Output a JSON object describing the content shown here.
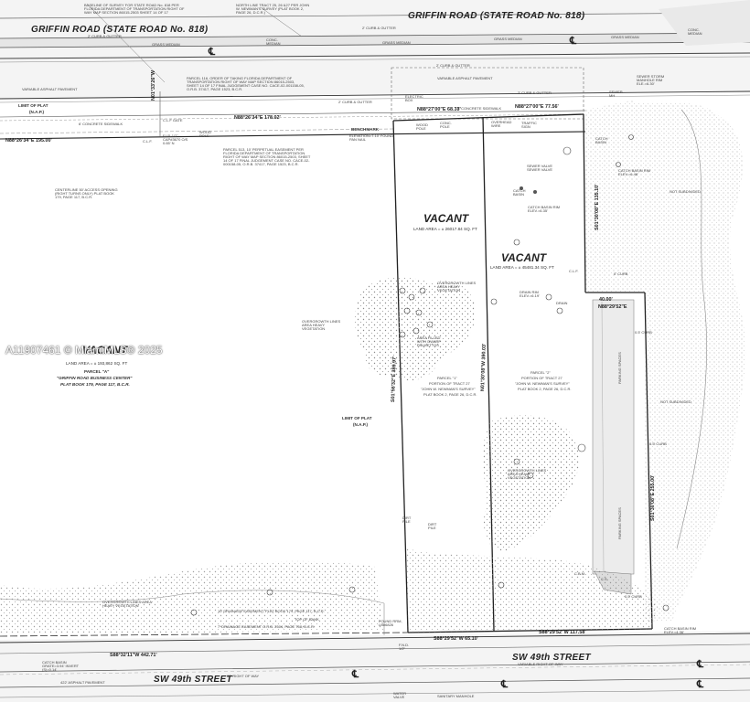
{
  "watermark": "A11907461 © MiamiMLS® 2025",
  "roads": {
    "griffin_left": "GRIFFIN ROAD (STATE ROAD No. 818)",
    "griffin_right": "GRIFFIN ROAD (STATE ROAD No. 818)",
    "sw49_right": "SW 49th STREET",
    "sw49_left": "SW 49th STREET"
  },
  "parcels": {
    "parcel_a_vacant": "VACANT",
    "parcel_a_area": "LAND AREA = ± 193,862 SQ. FT",
    "parcel_a_name": "PARCEL \"A\"",
    "parcel_a_center": "\"GRIFFIN ROAD BUSINESS CENTER\"",
    "parcel_a_plat": "PLAT BOOK 179, PAGE 117, B.C.R.",
    "parcel1_vacant": "VACANT",
    "parcel1_area": "LAND AREA = ± 26017.84 SQ. FT",
    "parcel1_name": "PARCEL \"1\"",
    "parcel1_tract": "PORTION OF TRACT 27",
    "parcel1_survey": "\"JOHN W. NEWMAN'S SURVEY\"",
    "parcel1_plat": "PLAT BOOK 2, PAGE 26, D.C.R.",
    "parcel2_vacant": "VACANT",
    "parcel2_area": "LAND AREA = ± 45481.34 SQ. FT",
    "parcel2_name": "PARCEL \"2\"",
    "parcel2_tract": "PORTION OF TRACT 27",
    "parcel2_survey": "\"JOHN W. NEWMAN'S SURVEY\"",
    "parcel2_plat": "PLAT BOOK 2, PAGE 26, D.C.R."
  },
  "bearings": {
    "b1": "N88°26'34\"E 195.00'",
    "b2": "N88°26'34\"E 178.02'",
    "b3": "N88°27'00\"E 68.33'",
    "b4": "N88°27'00\"E 77.56'",
    "b5": "N01°33'26\"W",
    "b6": "S01°30'08\"E 135.10'",
    "b7": "40.00'",
    "b8": "N88°29'52\"E",
    "b9": "S01°30'08\"E 255.00'",
    "b10": "S01°56'32\"E 389.97'",
    "b11": "N01°30'08\"W 390.03'",
    "b12": "S88°29'52\"W 65.10'",
    "b13": "S88°29'52\"W 117.58'",
    "b14": "S88°32'11\"W 442.71'"
  },
  "labels": {
    "baseline_note": "BASELINE OF SURVEY FOR STATE ROAD No. 818 PER FLORIDA DEPARTMENT OF TRANSPORTATION RIGHT OF WAY MAP SECTION 86015-2503 SHEET 14 OF 17",
    "north_line": "NORTH LINE TRACT 25, 26 &27 PER JOHN W. NEWMAN'S SURVEY (PLAT BOOK 2, PAGE 26, D.C.R.)",
    "curb_gutter1": "2' CURB & GUTTER",
    "curb_gutter2": "2' CURB & GUTTER",
    "curb_gutter3": "2' CURB & GUTTER",
    "curb_gutter4": "2' CURB & GUTTER",
    "curb_gutter5": "2' CURB & GUTTER",
    "grass_median1": "GRASS MEDIAN",
    "grass_median2": "GRASS MEDIAN",
    "grass_median3": "GRASS MEDIAN",
    "grass_median4": "GRASS MEDIAN",
    "conc_median1": "CONC. MEDIAN",
    "conc_median2": "CONC. MEDIAN",
    "var_asphalt1": "VARIABLE ASPHALT PAVEMENT",
    "var_asphalt2": "VARIABLE ASPHALT PAVEMENT",
    "parcel116": "PARCEL 116, ORDER OF TAKING FLORIDA DEPARTMENT OF TRANSPORTATION RIGHT OF WAY MAP SECTION 86015-2503, SHEET 14 OF 17 FINAL JUDGEMENT CASE NO. CACE-02-001158-05, O.R.B. 37417, PAGE 1523, B.C.R.",
    "limit_plat1": "LIMIT OF PLAT",
    "limit_plat1b": "(N.A.P.)",
    "limit_plat2": "LIMIT OF PLAT",
    "limit_plat2b": "(N.A.P.)",
    "sidewalk1": "6' CONCRETE SIDEWALK",
    "sidewalk2": "6' CONCRETE SIDEWALK",
    "electric_box": "ELECTRIC BOX",
    "sewer_mh": "SEWER MH",
    "sewer_storm": "SEWER STORM MANHOLE RIM ELE.=6.30'",
    "clf_gate": "C.L.F GATE",
    "benchmark": "BENCHMARK",
    "benchmark_elev": "ELEVATION=7.10' FOUND PAN NAIL",
    "fip": "F.I.P. 1/2\" CAP#3670 O/S 0.65' N",
    "parcel513": "PARCEL 513, 10' PERPETUAL EASEMENT PER FLORIDA DEPARTMENT OF TRANSPORTATION RIGHT OF WAY MAP SECTION 86015-2503, SHEET 14 OF 17 FINAL JUDGEMENT CASE NO. CACE-02-000158-05, O.R.B. 37417, PAGE 1523, B.C.R.",
    "centerline": "CENTERLINE 50' ACCESS OPENING (RIGHT TURNS ONLY) PLAT BOOK 179, PAGE 117, B.C.R.",
    "wood_pole1": "WOOD POLE",
    "wood_pole2": "WOOD POLE",
    "conc_pole": "CONC. POLE",
    "overhead_wire": "OVERHEAD WIRE",
    "traffic_sign": "TRAFFIC SIGN",
    "catch_basin1": "CATCH BASIN",
    "catch_basin2": "CATCH BASIN RIM ELEV.=6.46'",
    "catch_basin3": "CATCH BASIN RIM ELEV.=6.35'",
    "catch_basin4": "CATCH BASIN",
    "catch_basin5": "CATCH BASIN RIM ELEV.=4.36'",
    "catch_basin6": "CATCH BASIN GRATE=3.94' INVERT (S)=0.14'",
    "sewer_valve": "SEWER VALVE SEWER VALVE",
    "not_subdivided1": "NOT SUBDIVIDED",
    "not_subdivided2": "NOT SUBDIVIDED",
    "curb1": "0' CURB",
    "curb2": "0.5' CURB",
    "curb3": "0.5' CURB",
    "curb4": "0.5' CURB",
    "drain1": "DRAIN RIM ELEV.=6.19'",
    "drain2": "DRAIN",
    "overgrowth1": "OVERGROWTH LINES AREA HEAVY VEGETATION",
    "overgrowth2": "OVERGROWTH LINES AREA HEAVY VEGETATION",
    "overgrowth3": "OVERGROWTH LINES AREA HEAVY VEGETATION",
    "overgrowth4": "OVERGROWTH LINES AREA HEAVY VEGETATION",
    "area_filled": "AREA FILLED WITH DWARF PALMETTOS",
    "parking1": "PARKING SPACES",
    "parking2": "PARKING SPACES",
    "dirt_pile1": "DIRT PILE",
    "dirt_pile2": "DIRT PILE",
    "top_bank": "TOP OF BANK",
    "drainage_ease": "10' DRAINAGE EASEMENT, PLAT BOOK 179, PAGE 117, B.C.R.",
    "drainage_ease2": "7' DRAINAGE EASEMENT O.R.B. 2504, PAGE 758, B.C.R.",
    "found_rrm": "FOUND RRM, LB#6826",
    "fnd": "F.N.D. 1/2\"",
    "cs": "C.S.",
    "cbm": "C.B.M.",
    "asphalt_422": "422' ASPHALT PAVEMENT",
    "row_60": "60' RIGHT OF WAY",
    "var_row": "VARIABLE RIGHT-OF-WAY",
    "water_valve": "WATER VALVE",
    "sanitary_mh": "SANITARY MANHOLE",
    "clf": "C.L.F.",
    "clf2": "C.L.F."
  }
}
